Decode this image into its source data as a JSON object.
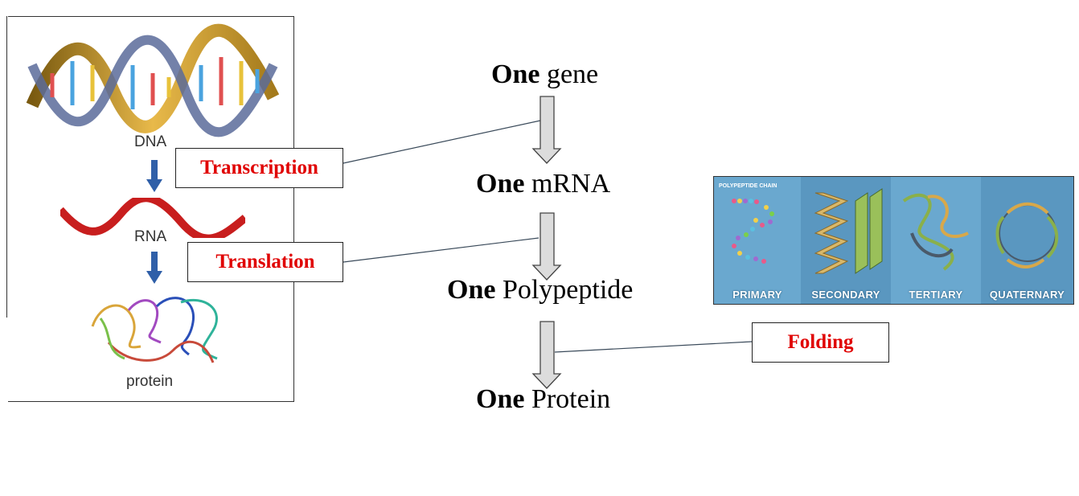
{
  "left_panel": {
    "dna_label": "DNA",
    "rna_label": "RNA",
    "protein_label": "protein"
  },
  "callouts": {
    "transcription": "Transcription",
    "translation": "Translation",
    "folding": "Folding"
  },
  "flow": {
    "gene": {
      "bold": "One",
      "rest": " gene"
    },
    "mrna": {
      "bold": "One",
      "rest": " mRNA"
    },
    "polypeptide": {
      "bold": "One",
      "rest": " Polypeptide"
    },
    "protein": {
      "bold": "One",
      "rest": " Protein"
    }
  },
  "structure_panel": {
    "chain_title": "POLYPEPTIDE CHAIN",
    "levels": [
      "PRIMARY",
      "SECONDARY",
      "TERTIARY",
      "QUATERNARY"
    ]
  },
  "colors": {
    "callout_text": "#e00000",
    "blue_arrow": "#2f5fa8",
    "panel_bg": "#5f9cc4"
  }
}
